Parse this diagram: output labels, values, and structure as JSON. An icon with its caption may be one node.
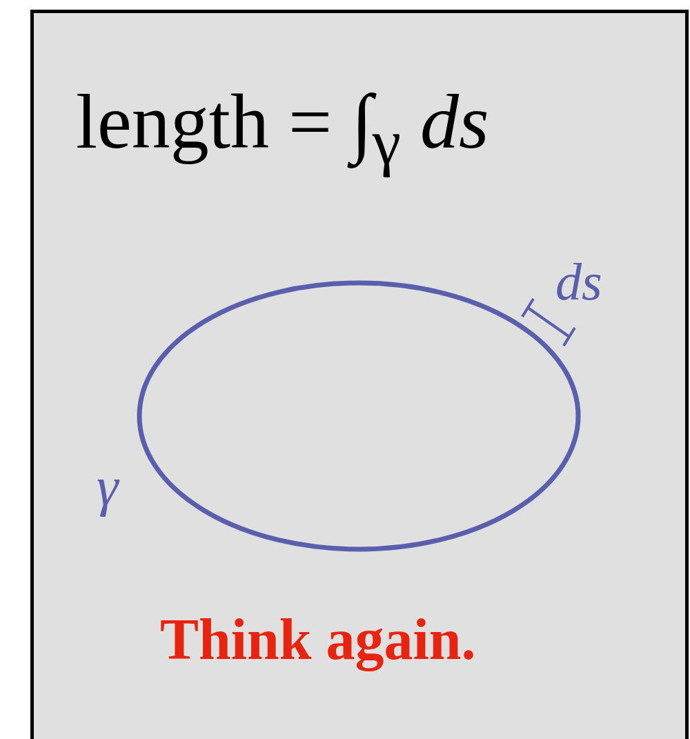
{
  "diagram": {
    "labels": [
      "length = ∫$_{γ}$ *ds*",
      "ds",
      "γ",
      "Think again."
    ]
  }
}
